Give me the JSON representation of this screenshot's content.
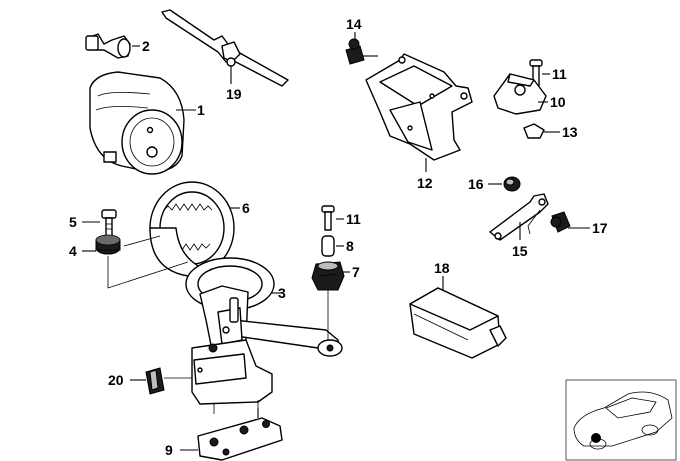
{
  "diagram": {
    "title": "Parts diagram",
    "callouts": {
      "p1": "1",
      "p2": "2",
      "p3": "3",
      "p4": "4",
      "p5": "5",
      "p6": "6",
      "p7": "7",
      "p8": "8",
      "p9": "9",
      "p10": "10",
      "p11a": "11",
      "p11b": "11",
      "p12": "12",
      "p13": "13",
      "p14": "14",
      "p15": "15",
      "p16": "16",
      "p17": "17",
      "p18": "18",
      "p19": "19",
      "p20": "20"
    },
    "inset": {
      "icon": "car-location-icon"
    }
  }
}
